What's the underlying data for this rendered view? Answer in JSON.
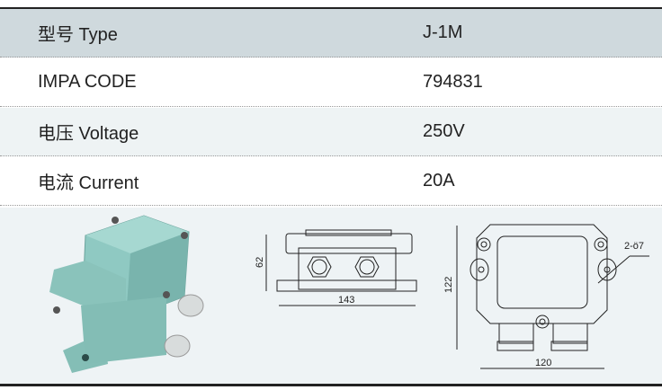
{
  "specs": [
    {
      "label": "型号 Type",
      "value": "J-1M"
    },
    {
      "label": "IMPA CODE",
      "value": "794831"
    },
    {
      "label": "电压 Voltage",
      "value": "250V"
    },
    {
      "label": "电流 Current",
      "value": "20A"
    }
  ],
  "drawing": {
    "side_height": "62",
    "side_width": "143",
    "top_height": "122",
    "top_width": "120",
    "hole_note": "2-ö7"
  }
}
